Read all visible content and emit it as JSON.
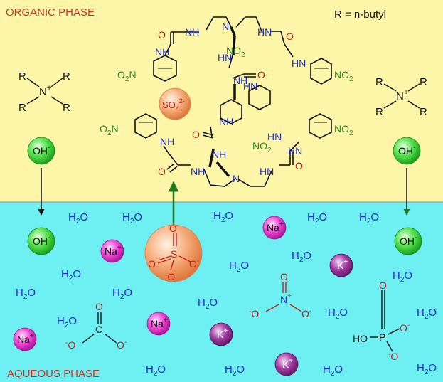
{
  "phases": {
    "organic_label": "ORGANIC PHASE",
    "aqueous_label": "AQUEOUS PHASE",
    "organic_color": "#fdf6a8",
    "aqueous_color": "#6ef0f2",
    "label_color": "#c0392b"
  },
  "r_definition": "R = n-butyl",
  "quaternary_ammonium": {
    "substituent": "R",
    "center": "N",
    "charge": "+"
  },
  "ions": {
    "hydroxide": {
      "base": "OH",
      "charge": "-",
      "color": "#3ddc3d"
    },
    "sodium": {
      "base": "Na",
      "charge": "+",
      "color": "#ee3ad2"
    },
    "potassium": {
      "base": "K",
      "charge": "+",
      "color": "#9b2d9b"
    },
    "sulfate_bound": {
      "base": "SO",
      "sub": "4",
      "charge": "2-",
      "color": "#f4a26a"
    }
  },
  "water": {
    "h": "H",
    "sub": "2",
    "o": "O"
  },
  "molecule": {
    "nh": "NH",
    "hn": "HN",
    "n": "N",
    "o": "O",
    "nitro_left": {
      "o": "O",
      "sub": "2",
      "n": "N"
    },
    "nitro_right": {
      "n": "NO",
      "sub": "2"
    }
  },
  "anions": {
    "sulfate": {
      "s": "S",
      "o": "O",
      "neg": "-"
    },
    "nitrate": {
      "n": "N",
      "o": "O",
      "neg": "-",
      "pos": "+"
    },
    "carbonate": {
      "c": "C",
      "o": "O",
      "neg": "-"
    },
    "phosphate": {
      "p": "P",
      "o": "O",
      "ho": "HO",
      "neg": "-"
    }
  },
  "colors": {
    "nitrogen": "#1a2fc9",
    "oxygen": "#cc1d1d",
    "nitro": "#2c8a1e",
    "bond": "#111111",
    "arrow": "#1f7a1f"
  }
}
